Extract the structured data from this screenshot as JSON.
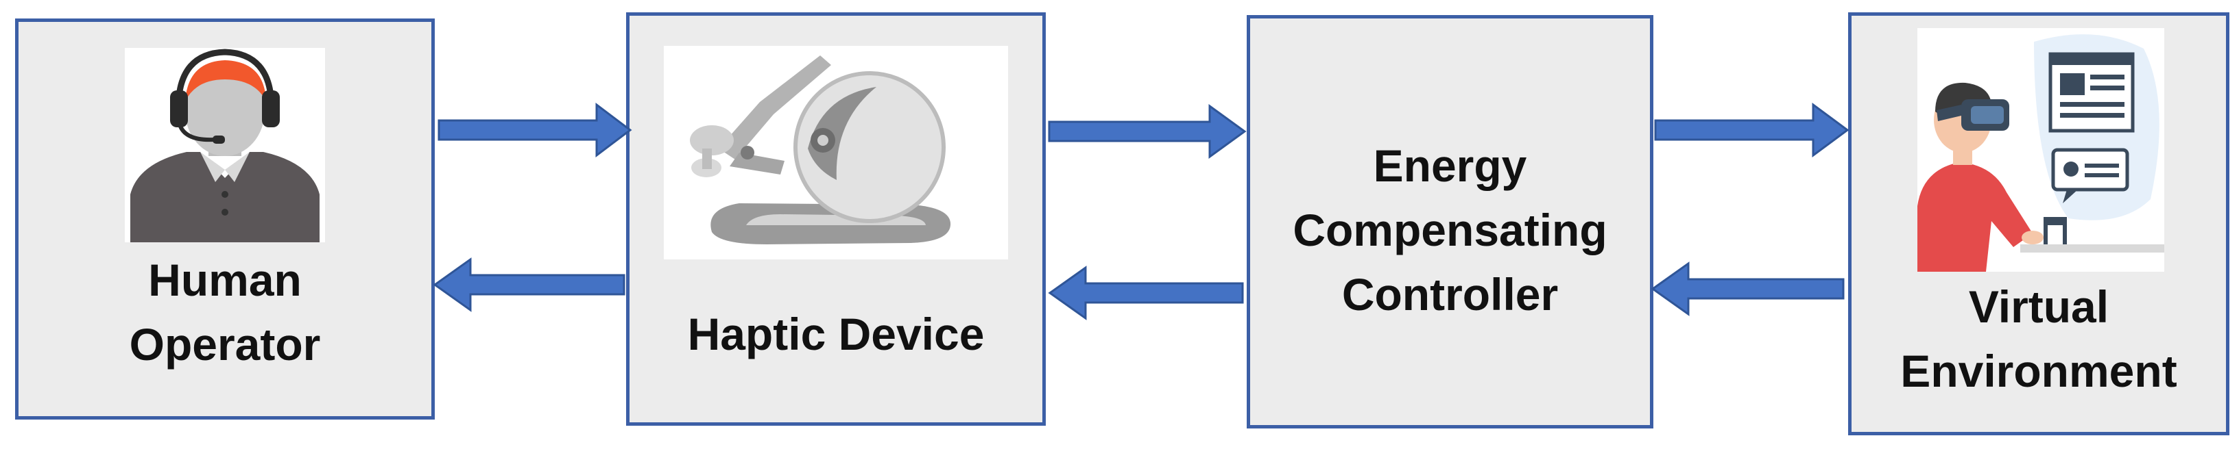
{
  "blocks": {
    "human_operator": {
      "line1": "Human",
      "line2": "Operator"
    },
    "haptic_device": {
      "label": "Haptic Device"
    },
    "controller": {
      "line1": "Energy",
      "line2": "Compensating",
      "line3": "Controller"
    },
    "virtual_environment": {
      "line1": "Virtual",
      "line2": "Environment"
    }
  },
  "colors": {
    "block_border": "#3c5fa6",
    "block_fill": "#ececec",
    "arrow_fill": "#4472c4",
    "arrow_stroke": "#2f5597"
  },
  "icons": {
    "operator": "headset-operator-icon",
    "haptic": "haptic-device-image",
    "vr": "vr-user-icon"
  }
}
